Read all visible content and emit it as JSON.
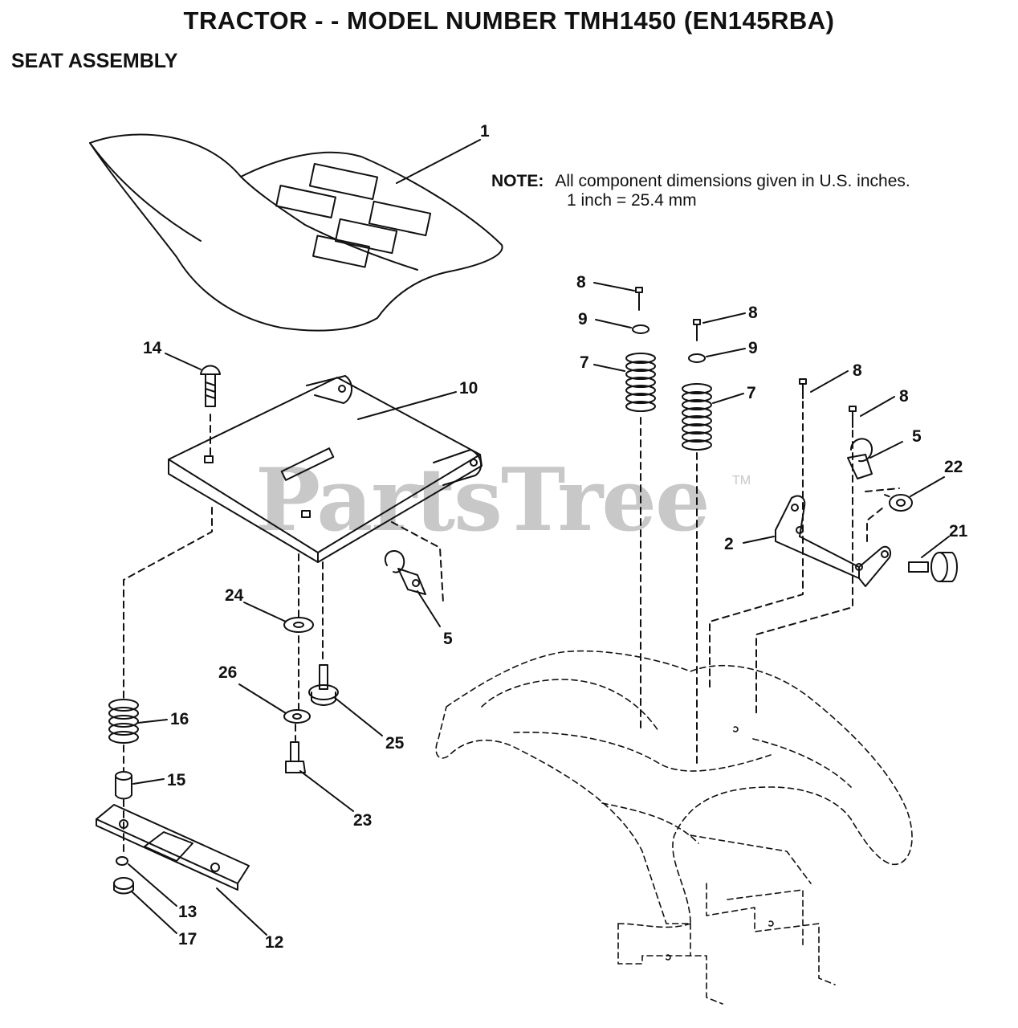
{
  "title": "TRACTOR - - MODEL NUMBER TMH1450 (EN145RBA)",
  "subtitle": "SEAT ASSEMBLY",
  "note": {
    "label": "NOTE:",
    "line1": "All component dimensions given in U.S. inches.",
    "line2": "1 inch = 25.4 mm"
  },
  "watermark": {
    "text": "PartsTree",
    "tm": "TM"
  },
  "callouts": {
    "c1": "1",
    "c2": "2",
    "c5a": "5",
    "c5b": "5",
    "c7a": "7",
    "c7b": "7",
    "c8a": "8",
    "c8b": "8",
    "c8c": "8",
    "c8d": "8",
    "c9a": "9",
    "c9b": "9",
    "c10": "10",
    "c12": "12",
    "c13": "13",
    "c14": "14",
    "c15": "15",
    "c16": "16",
    "c17": "17",
    "c21": "21",
    "c22": "22",
    "c23": "23",
    "c24": "24",
    "c25": "25",
    "c26": "26"
  }
}
